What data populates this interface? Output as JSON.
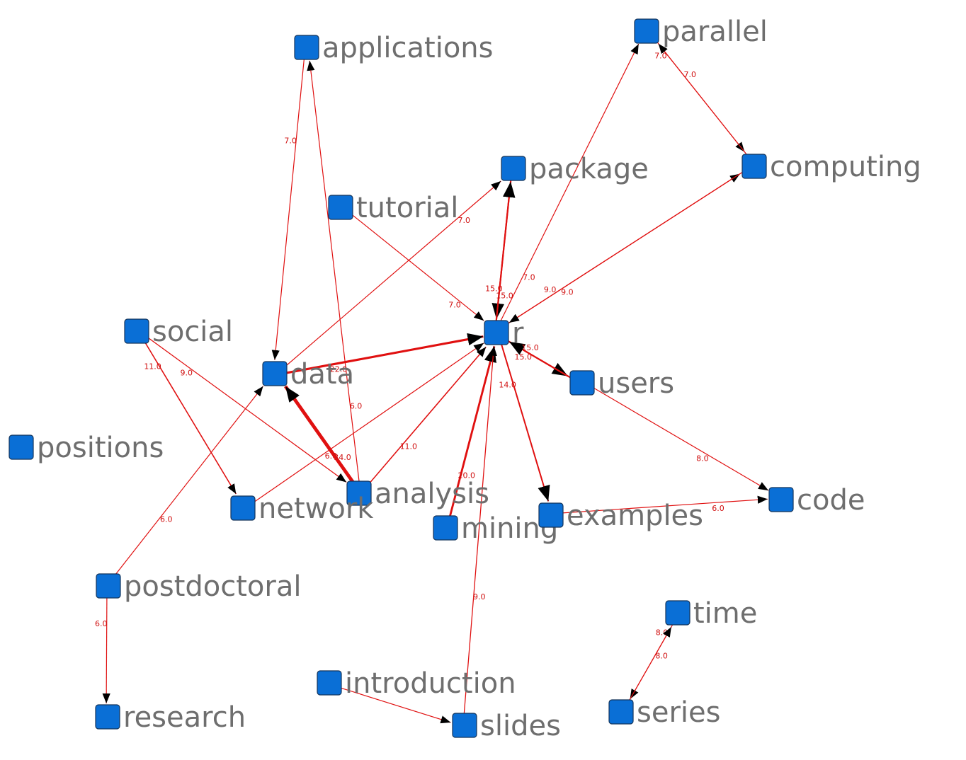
{
  "colors": {
    "background": "#ffffff",
    "node_fill": "#0a6fd6",
    "node_border": "#14345a",
    "edge": "#e01010",
    "edge_label": "#d01010",
    "node_label": "#6e6e6e",
    "arrowhead": "#000000"
  },
  "nodes": [
    {
      "id": "applications",
      "label": "applications"
    },
    {
      "id": "parallel",
      "label": "parallel"
    },
    {
      "id": "package",
      "label": "package"
    },
    {
      "id": "computing",
      "label": "computing"
    },
    {
      "id": "tutorial",
      "label": "tutorial"
    },
    {
      "id": "social",
      "label": "social"
    },
    {
      "id": "data",
      "label": "data"
    },
    {
      "id": "r",
      "label": "r"
    },
    {
      "id": "users",
      "label": "users"
    },
    {
      "id": "positions",
      "label": "positions"
    },
    {
      "id": "analysis",
      "label": "analysis"
    },
    {
      "id": "network",
      "label": "network"
    },
    {
      "id": "mining",
      "label": "mining"
    },
    {
      "id": "examples",
      "label": "examples"
    },
    {
      "id": "code",
      "label": "code"
    },
    {
      "id": "postdoctoral",
      "label": "postdoctoral"
    },
    {
      "id": "time",
      "label": "time"
    },
    {
      "id": "introduction",
      "label": "introduction"
    },
    {
      "id": "series",
      "label": "series"
    },
    {
      "id": "research",
      "label": "research"
    },
    {
      "id": "slides",
      "label": "slides"
    }
  ],
  "edges": [
    {
      "from": "applications",
      "to": "data",
      "weight": "7.0"
    },
    {
      "from": "analysis",
      "to": "applications",
      "weight": "6.0"
    },
    {
      "from": "package",
      "to": "r",
      "weight": "15.0"
    },
    {
      "from": "r",
      "to": "package",
      "weight": "15.0"
    },
    {
      "from": "r",
      "to": "parallel",
      "weight": "7.0"
    },
    {
      "from": "parallel",
      "to": "computing",
      "weight": "7.0"
    },
    {
      "from": "computing",
      "to": "parallel",
      "weight": "7.0"
    },
    {
      "from": "r",
      "to": "computing",
      "weight": "9.0"
    },
    {
      "from": "computing",
      "to": "r",
      "weight": "9.0"
    },
    {
      "from": "data",
      "to": "package",
      "weight": "7.0"
    },
    {
      "from": "tutorial",
      "to": "r",
      "weight": "7.0"
    },
    {
      "from": "data",
      "to": "r",
      "weight": "22.0"
    },
    {
      "from": "r",
      "to": "users",
      "weight": "15.0"
    },
    {
      "from": "users",
      "to": "r",
      "weight": "15.0"
    },
    {
      "from": "users",
      "to": "code",
      "weight": "8.0"
    },
    {
      "from": "social",
      "to": "network",
      "weight": "11.0"
    },
    {
      "from": "social",
      "to": "analysis",
      "weight": "9.0"
    },
    {
      "from": "analysis",
      "to": "data",
      "weight": "34.0"
    },
    {
      "from": "network",
      "to": "r",
      "weight": "6.0"
    },
    {
      "from": "analysis",
      "to": "r",
      "weight": "11.0"
    },
    {
      "from": "mining",
      "to": "r",
      "weight": "20.0"
    },
    {
      "from": "slides",
      "to": "r",
      "weight": "9.0"
    },
    {
      "from": "r",
      "to": "examples",
      "weight": "14.0"
    },
    {
      "from": "examples",
      "to": "code",
      "weight": "6.0"
    },
    {
      "from": "postdoctoral",
      "to": "data",
      "weight": "6.0"
    },
    {
      "from": "postdoctoral",
      "to": "research",
      "weight": "6.0"
    },
    {
      "from": "time",
      "to": "series",
      "weight": "8.0"
    },
    {
      "from": "series",
      "to": "time",
      "weight": "8.0"
    },
    {
      "from": "introduction",
      "to": "slides",
      "weight": ""
    }
  ]
}
